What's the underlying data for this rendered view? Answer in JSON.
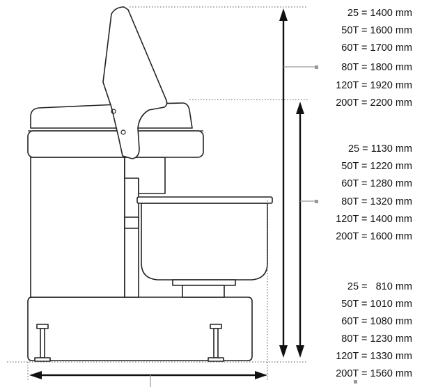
{
  "dimensions": {
    "total_height": {
      "icon": "double-arrow-vertical",
      "entries": [
        "25 = 1400 mm",
        "50T = 1600 mm",
        "60T = 1700 mm",
        "80T = 1800 mm",
        "120T = 1920 mm",
        "200T = 2200 mm"
      ]
    },
    "closed_height": {
      "icon": "double-arrow-vertical",
      "entries": [
        "25 = 1130 mm",
        "50T = 1220 mm",
        "60T = 1280 mm",
        "80T = 1320 mm",
        "120T = 1400 mm",
        "200T = 1600 mm"
      ]
    },
    "base_width": {
      "icon": "double-arrow-horizontal",
      "entries": [
        "25 =   810 mm",
        "50T = 1010 mm",
        "60T = 1080 mm",
        "80T = 1230 mm",
        "120T = 1330 mm",
        "200T = 1560 mm"
      ]
    }
  },
  "colors": {
    "line": "#222222",
    "leader": "#999999",
    "background": "#ffffff"
  }
}
